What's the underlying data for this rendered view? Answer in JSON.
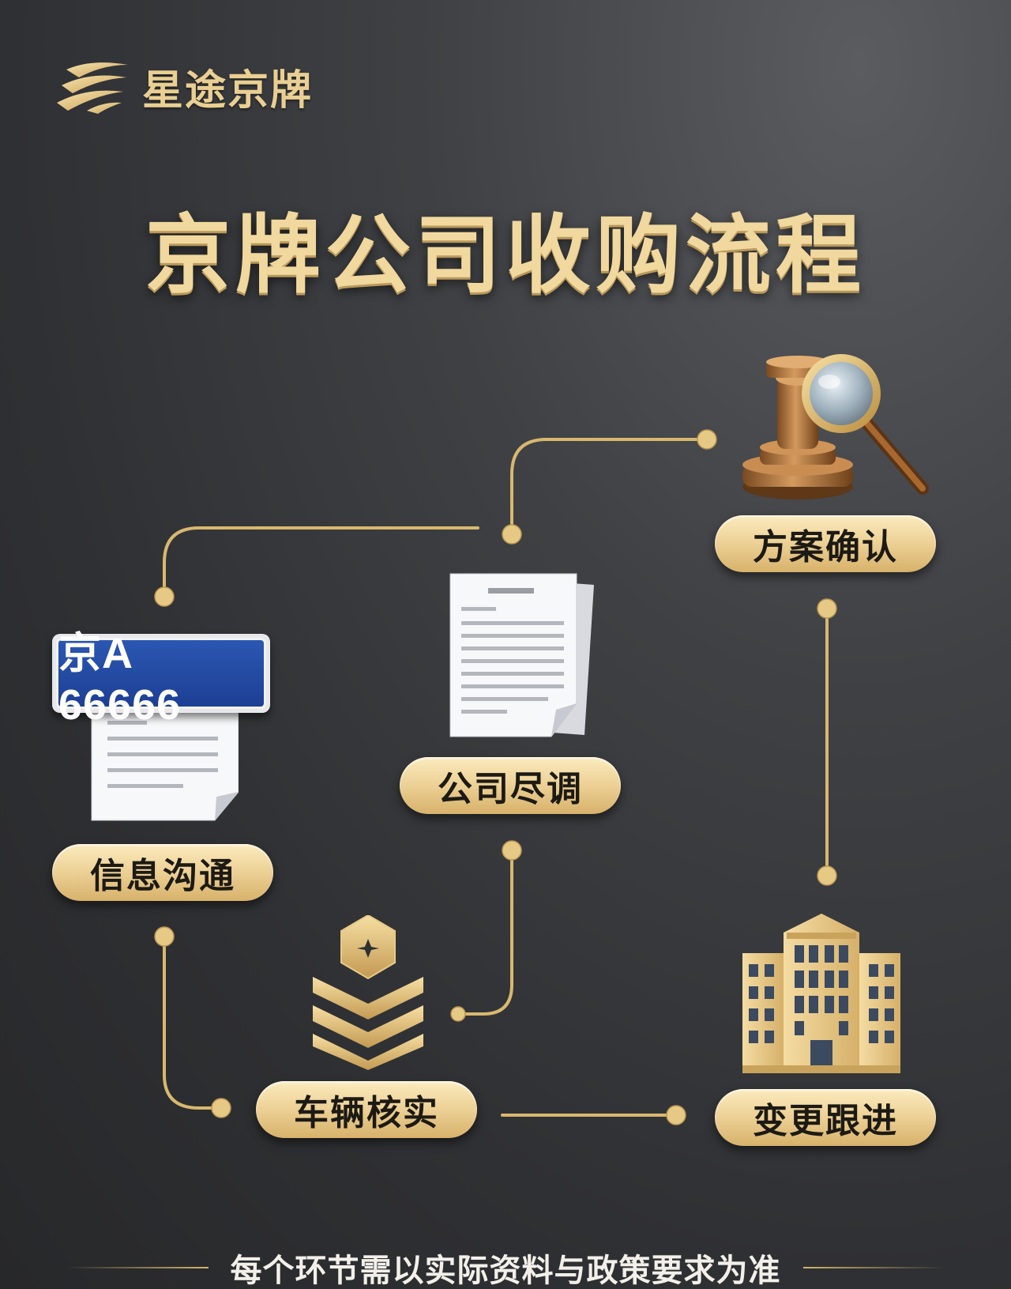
{
  "brand": {
    "name": "星途京牌",
    "logo_icon": "swoosh-logo-icon"
  },
  "title": "京牌公司收购流程",
  "steps": [
    {
      "label": "信息沟通",
      "icon": "license-plate-document-icon"
    },
    {
      "label": "公司尽调",
      "icon": "document-icon"
    },
    {
      "label": "方案确认",
      "icon": "gavel-magnifier-icon"
    },
    {
      "label": "变更跟进",
      "icon": "office-building-icon"
    },
    {
      "label": "车辆核实",
      "icon": "layers-badge-icon"
    }
  ],
  "plate_text": "京A 66666",
  "footer": "每个环节需以实际资料与政策要求为准",
  "colors": {
    "gold": "#e9cf92",
    "pill": "#eed399",
    "background": "#333437",
    "plate_blue": "#1d3f94"
  }
}
